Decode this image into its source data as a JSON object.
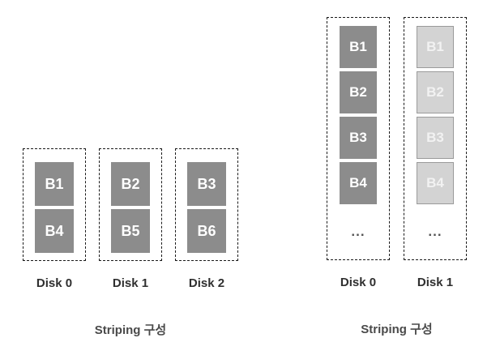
{
  "colors": {
    "background": "#ffffff",
    "block_dark": "#8c8c8c",
    "block_light": "#d3d3d3",
    "block_light_border": "#9a9a9a",
    "block_text": "#ffffff",
    "block_light_text": "#f2f2f2",
    "dashed_border": "#1a1a1a",
    "label_text": "#2f2f2f",
    "caption_text": "#4a4a4a",
    "ellipsis_text": "#555555"
  },
  "left_diagram": {
    "caption": "Striping 구성",
    "disks": [
      {
        "label": "Disk 0",
        "blocks": [
          "B1",
          "B4"
        ]
      },
      {
        "label": "Disk 1",
        "blocks": [
          "B2",
          "B5"
        ]
      },
      {
        "label": "Disk 2",
        "blocks": [
          "B3",
          "B6"
        ]
      }
    ]
  },
  "right_diagram": {
    "caption": "Striping 구성",
    "ellipsis": "...",
    "disks": [
      {
        "label": "Disk 0",
        "style": "dark",
        "blocks": [
          "B1",
          "B2",
          "B3",
          "B4"
        ]
      },
      {
        "label": "Disk 1",
        "style": "light",
        "blocks": [
          "B1",
          "B2",
          "B3",
          "B4"
        ]
      }
    ]
  }
}
